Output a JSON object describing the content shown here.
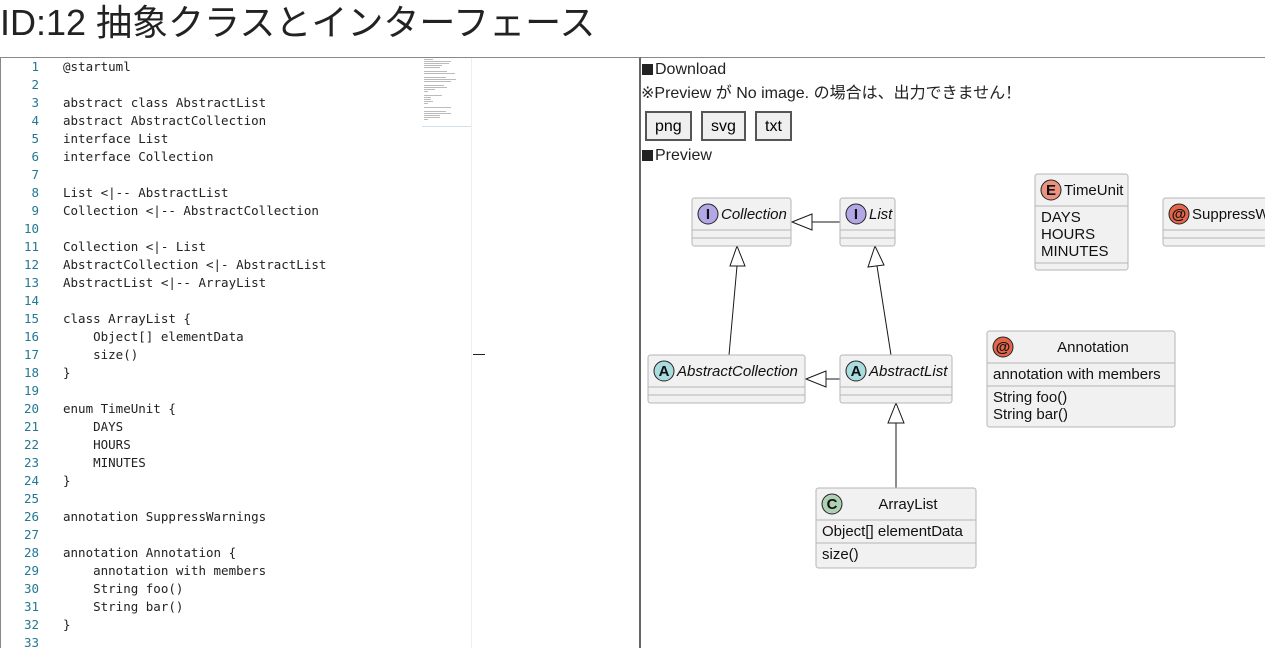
{
  "title": "ID:12 抽象クラスとインターフェース",
  "editor": {
    "lines": [
      "@startuml",
      "",
      "abstract class AbstractList",
      "abstract AbstractCollection",
      "interface List",
      "interface Collection",
      "",
      "List <|-- AbstractList",
      "Collection <|-- AbstractCollection",
      "",
      "Collection <|- List",
      "AbstractCollection <|- AbstractList",
      "AbstractList <|-- ArrayList",
      "",
      "class ArrayList {",
      "    Object[] elementData",
      "    size()",
      "}",
      "",
      "enum TimeUnit {",
      "    DAYS",
      "    HOURS",
      "    MINUTES",
      "}",
      "",
      "annotation SuppressWarnings",
      "",
      "annotation Annotation {",
      "    annotation with members",
      "    String foo()",
      "    String bar()",
      "}",
      ""
    ]
  },
  "download": {
    "heading": "Download",
    "note": "※Preview が No image. の場合は、出力できません！",
    "buttons": [
      "png",
      "svg",
      "txt"
    ]
  },
  "preview": {
    "heading": "Preview",
    "colors": {
      "interface": "#b4a7e5",
      "abstract": "#a9dcdf",
      "class": "#add1b2",
      "enum": "#eb937f",
      "annotation": "#e3664a",
      "box": "#f1f1f1"
    },
    "nodes": {
      "collection": {
        "badge": "I",
        "name": "Collection"
      },
      "list": {
        "badge": "I",
        "name": "List"
      },
      "timeunit": {
        "badge": "E",
        "name": "TimeUnit",
        "values": [
          "DAYS",
          "HOURS",
          "MINUTES"
        ]
      },
      "suppress": {
        "badge": "@",
        "name": "SuppressWarnings"
      },
      "abstractcollection": {
        "badge": "A",
        "name": "AbstractCollection"
      },
      "abstractlist": {
        "badge": "A",
        "name": "AbstractList"
      },
      "annotation": {
        "badge": "@",
        "name": "Annotation",
        "fields": [
          "annotation with members"
        ],
        "methods": [
          "String foo()",
          "String bar()"
        ]
      },
      "arraylist": {
        "badge": "C",
        "name": "ArrayList",
        "fields": [
          "Object[] elementData"
        ],
        "methods": [
          "size()"
        ]
      }
    }
  }
}
